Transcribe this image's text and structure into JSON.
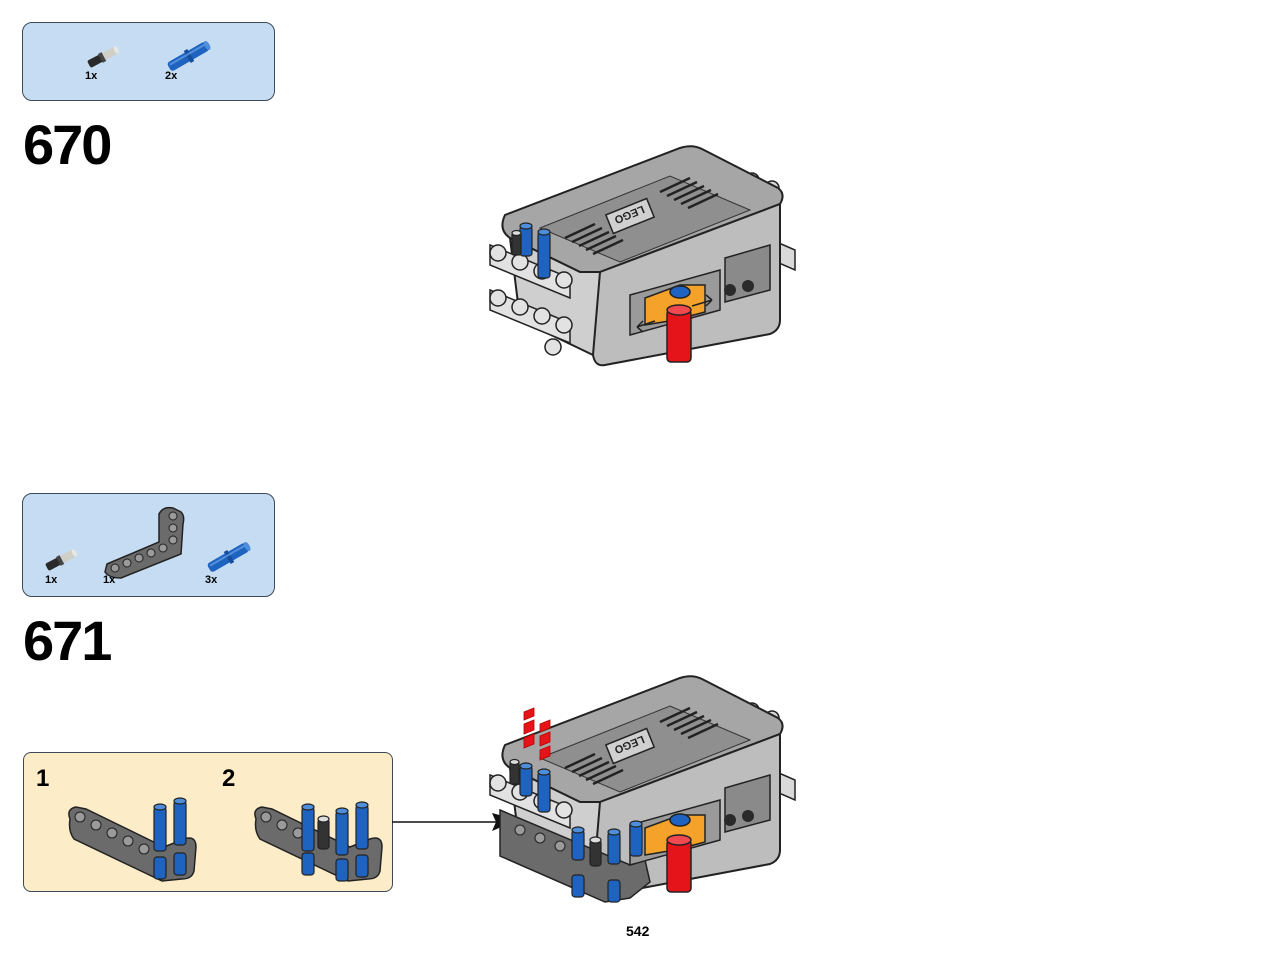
{
  "steps": [
    {
      "number": "670",
      "parts": [
        {
          "qty": "1x",
          "icon": "black-tan-axle-pin-icon"
        },
        {
          "qty": "2x",
          "icon": "blue-long-pin-icon"
        }
      ]
    },
    {
      "number": "671",
      "parts": [
        {
          "qty": "1x",
          "icon": "black-tan-axle-pin-icon"
        },
        {
          "qty": "1x",
          "icon": "gray-l-beam-icon"
        },
        {
          "qty": "3x",
          "icon": "blue-long-pin-icon"
        }
      ],
      "substeps": [
        "1",
        "2"
      ]
    }
  ],
  "model_label": "LEGO",
  "page_number": "542",
  "colors": {
    "parts_box": "#c6dcf2",
    "substep_box": "#fdecc8",
    "battery_box": "#a6a6a6",
    "pin_blue": "#1f63c0",
    "lever_orange": "#f5a22a",
    "axle_red": "#e5141b"
  }
}
